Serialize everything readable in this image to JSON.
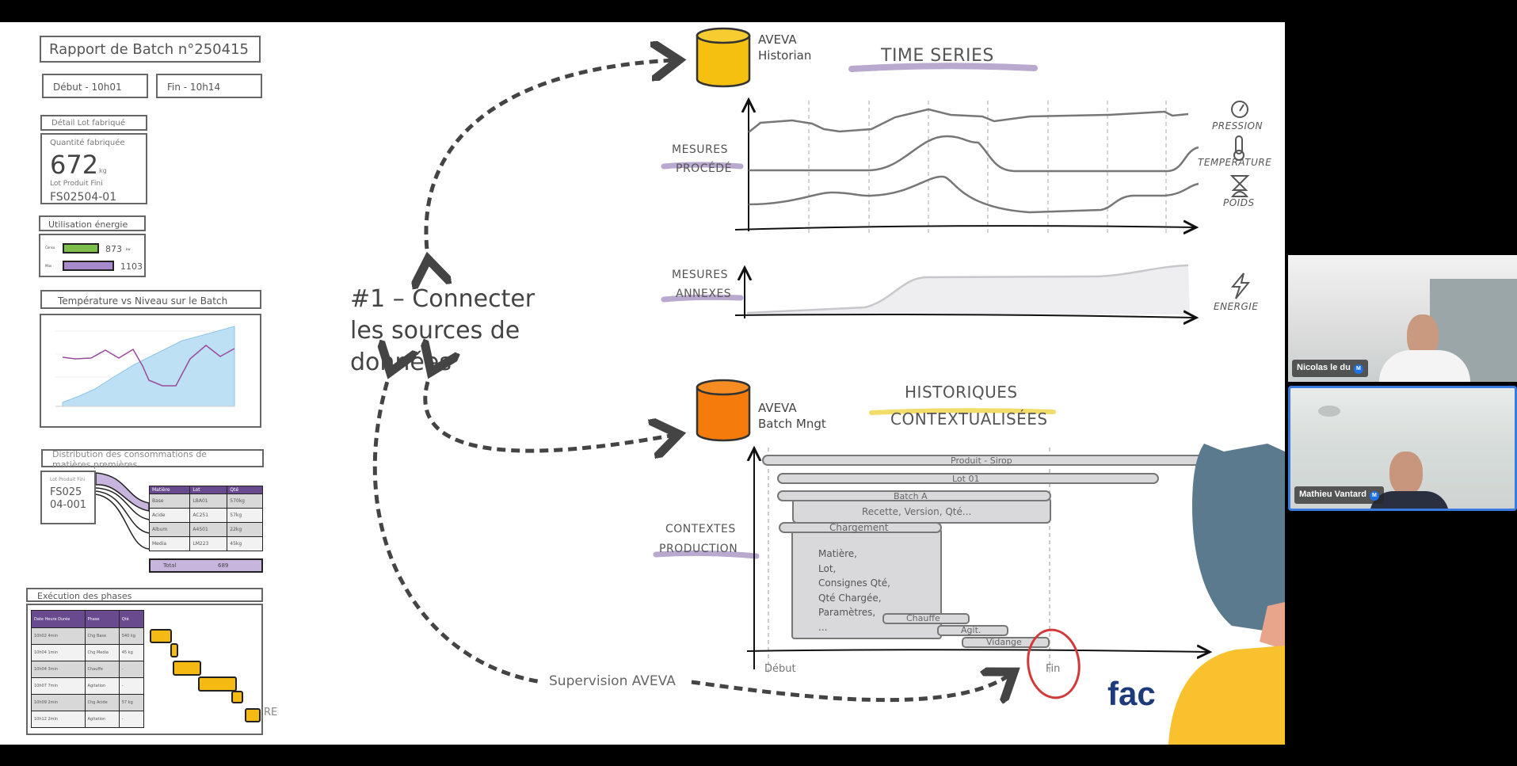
{
  "report": {
    "title": "Rapport de Batch n°250415",
    "start": "Début - 10h01",
    "end": "Fin - 10h14",
    "lot_header": "Détail Lot fabriqué",
    "qty_label": "Quantité fabriquée",
    "qty_value": "672",
    "qty_unit": "kg",
    "lot_label": "Lot Produit Fini",
    "lot_value": "FS02504-01",
    "energy_header": "Utilisation énergie",
    "energy": [
      {
        "label": "Conso",
        "value": "873",
        "unit": "kw",
        "color": "#7dbf4a",
        "fraction": 0.7
      },
      {
        "label": "Max",
        "value": "1103",
        "unit": "",
        "color": "#a68acb",
        "fraction": 1.0
      }
    ],
    "temp_header": "Température vs Niveau sur le Batch",
    "dist_header": "Distribution des consommations de matières premières",
    "dist_lot_label": "Lot Produit Fini",
    "dist_lot_value": "FS025 04-001",
    "dist_columns": [
      "Matière",
      "Lot",
      "Qté"
    ],
    "dist_rows": [
      [
        "Base",
        "LBA01",
        "570kg"
      ],
      [
        "Acide",
        "AC251",
        "57kg"
      ],
      [
        "Album",
        "A4501",
        "22kg"
      ],
      [
        "Media",
        "LM223",
        "45kg"
      ]
    ],
    "dist_total_label": "Total",
    "dist_total_value": "689",
    "phases_header": "Exécution des phases",
    "phase_columns": [
      "Date Heure Durée",
      "Phase",
      "Qté"
    ],
    "phase_rows": [
      [
        "10h02 4min",
        "Chg Base",
        "540 kg"
      ],
      [
        "10h04 1min",
        "Chg Media",
        "45 kg"
      ],
      [
        "10h04 3min",
        "Chauffe",
        "-"
      ],
      [
        "10h07 7min",
        "Agitation",
        "-"
      ],
      [
        "10h09 2min",
        "Chg Acide",
        "57 kg"
      ],
      [
        "10h12 2min",
        "Agitation",
        "-"
      ]
    ],
    "cut_text": "RE"
  },
  "main": {
    "headline": "#1 – Connecter les sources de données",
    "supervision": "Supervision AVEVA",
    "historian": {
      "line1": "AVEVA",
      "line2": "Historian",
      "color": "#f5c010"
    },
    "batch": {
      "line1": "AVEVA",
      "line2": "Batch Mngt",
      "color": "#f57c0a"
    },
    "time_series": "Time Series",
    "mesures_procede": [
      "Mesures",
      "Procédé"
    ],
    "mesures_annexes": [
      "Mesures",
      "Annexes"
    ],
    "signals": [
      {
        "label": "Pression",
        "icon": "gauge-icon"
      },
      {
        "label": "Temperature",
        "icon": "thermometer-icon"
      },
      {
        "label": "Poids",
        "icon": "scale-icon"
      },
      {
        "label": "Energie",
        "icon": "lightning-icon"
      }
    ],
    "historiques": [
      "Historiques",
      "Contextualisées"
    ],
    "contextes": [
      "Contextes",
      "Production"
    ],
    "bars": [
      "Produit - Sirop",
      "Lot 01",
      "Batch A",
      "Recette, Version, Qté...",
      "Chargement",
      "Chauffe",
      "Agit.",
      "Vidange"
    ],
    "matiere_lines": [
      "Matière,",
      "Lot,",
      "Consignes Qté,",
      "Qté Chargée,",
      "Paramètres,",
      "..."
    ],
    "debut": "Début",
    "fin": "Fin",
    "logo": "fac"
  },
  "participants": [
    {
      "name": "Nicolas le du",
      "badge": "M",
      "active": false
    },
    {
      "name": "Mathieu Vantard",
      "badge": "M",
      "active": true
    }
  ]
}
